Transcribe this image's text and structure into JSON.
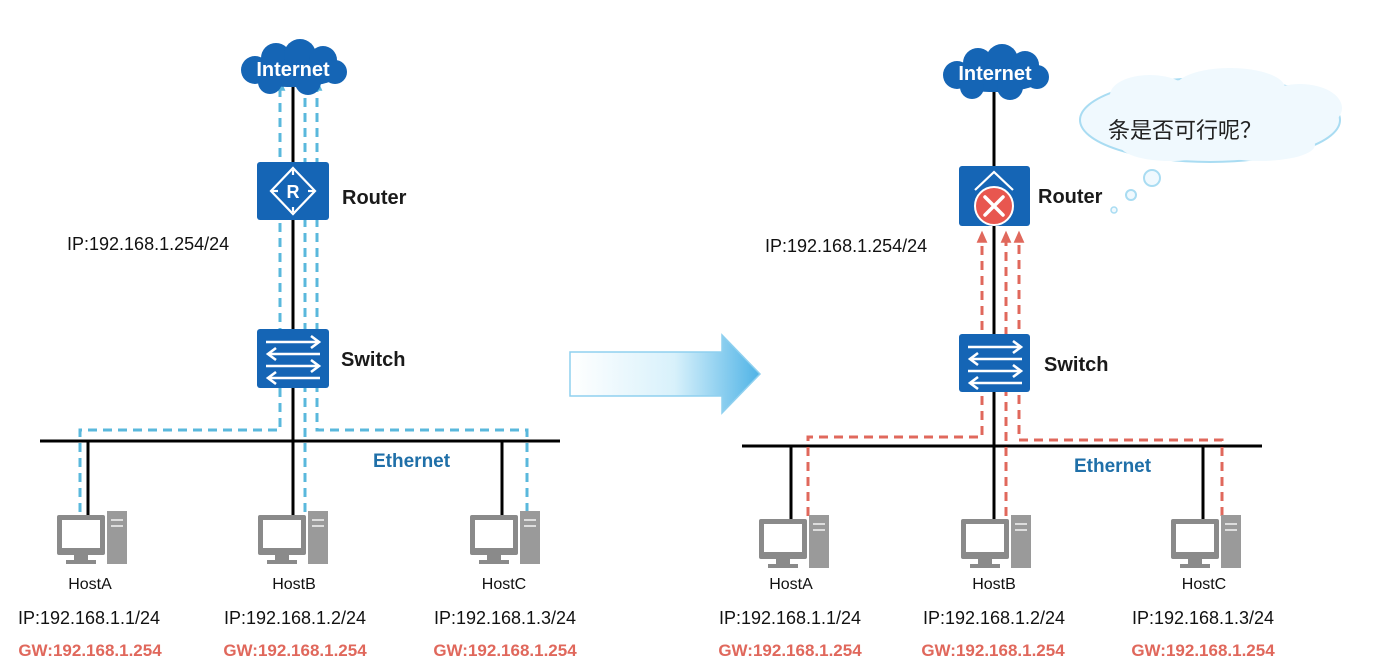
{
  "colors": {
    "device_blue": "#1565b5",
    "path_before": "#5ab8dc",
    "path_after": "#e0685c",
    "ethernet_label": "#1f6fa8",
    "gateway_text": "#e0685c",
    "error_red": "#e8564f",
    "arrow_light": "#d8f1fb",
    "arrow_dark": "#4fb3e6"
  },
  "icons": {
    "internet": "cloud-icon",
    "router": "router-icon",
    "switch": "switch-icon",
    "host": "pc-icon",
    "router_down": "error-x-icon",
    "transition": "right-arrow-icon",
    "thought": "thought-bubble-icon"
  },
  "left": {
    "internet_label": "Internet",
    "router_label": "Router",
    "router_ip": "IP:192.168.1.254/24",
    "switch_label": "Switch",
    "ethernet_label": "Ethernet",
    "hosts": [
      {
        "name": "HostA",
        "ip": "IP:192.168.1.1/24",
        "gw": "GW:192.168.1.254"
      },
      {
        "name": "HostB",
        "ip": "IP:192.168.1.2/24",
        "gw": "GW:192.168.1.254"
      },
      {
        "name": "HostC",
        "ip": "IP:192.168.1.3/24",
        "gw": "GW:192.168.1.254"
      }
    ]
  },
  "right": {
    "internet_label": "Internet",
    "router_label": "Router",
    "router_ip": "IP:192.168.1.254/24",
    "switch_label": "Switch",
    "ethernet_label": "Ethernet",
    "thought_text": "条是否可行呢？",
    "hosts": [
      {
        "name": "HostA",
        "ip": "IP:192.168.1.1/24",
        "gw": "GW:192.168.1.254"
      },
      {
        "name": "HostB",
        "ip": "IP:192.168.1.2/24",
        "gw": "GW:192.168.1.254"
      },
      {
        "name": "HostC",
        "ip": "IP:192.168.1.3/24",
        "gw": "GW:192.168.1.254"
      }
    ]
  }
}
